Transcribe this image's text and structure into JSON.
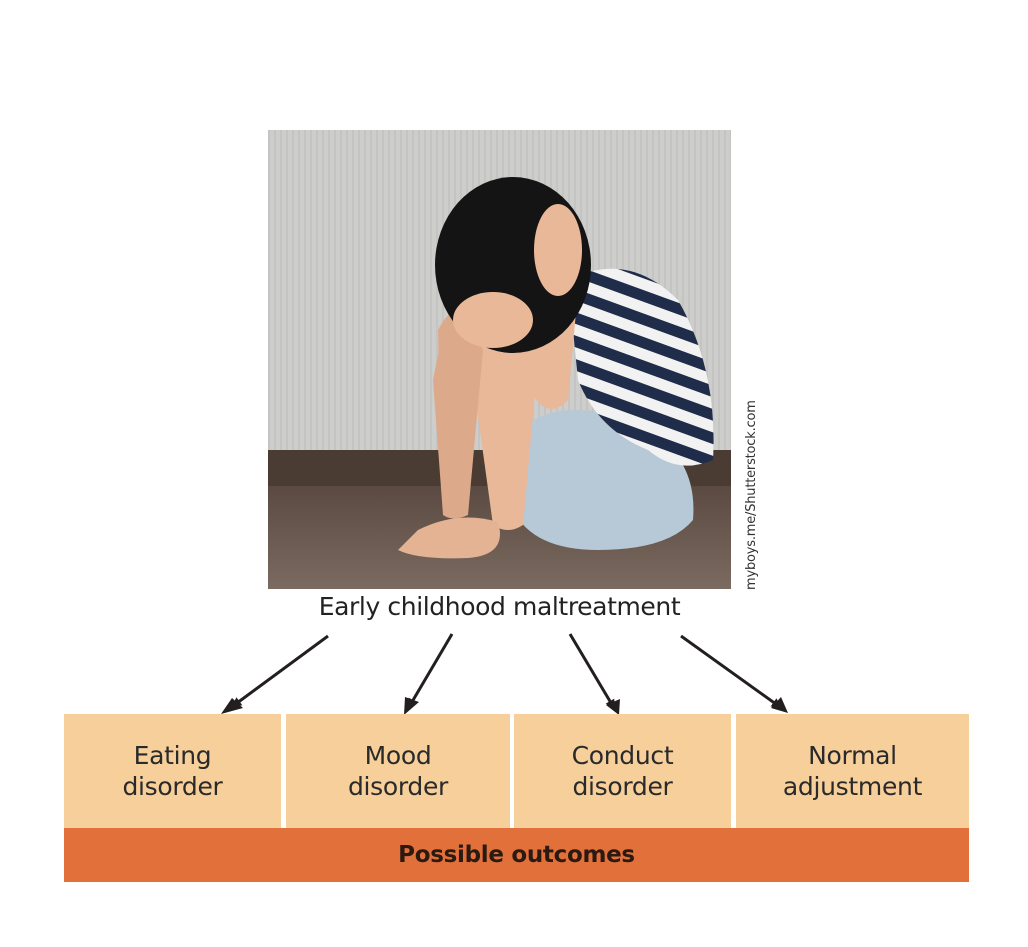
{
  "photo": {
    "credit": "myboys.me/Shutterstock.com"
  },
  "caption": "Early childhood maltreatment",
  "outcomes": [
    {
      "line1": "Eating",
      "line2": "disorder"
    },
    {
      "line1": "Mood",
      "line2": "disorder"
    },
    {
      "line1": "Conduct",
      "line2": "disorder"
    },
    {
      "line1": "Normal",
      "line2": "adjustment"
    }
  ],
  "footer_label": "Possible outcomes",
  "colors": {
    "box_fill": "#f6cf9a",
    "bar_fill": "#e2703a",
    "arrow": "#231f20"
  }
}
